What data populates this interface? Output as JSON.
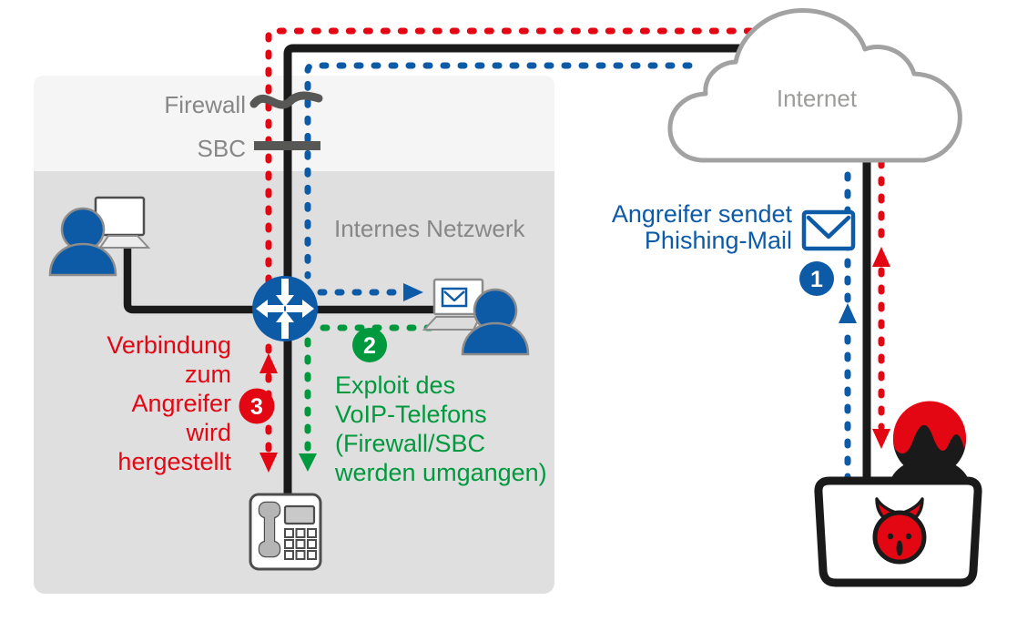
{
  "labels": {
    "firewall": "Firewall",
    "sbc": "SBC",
    "internal_network": "Internes Netzwerk",
    "internet": "Internet"
  },
  "steps": [
    {
      "number": "1",
      "color": "#0d5aa7",
      "lines": [
        "Angreifer sendet",
        "Phishing-Mail"
      ]
    },
    {
      "number": "2",
      "color": "#00993d",
      "lines": [
        "Exploit des",
        "VoIP-Telefons",
        "(Firewall/SBC",
        "werden umgangen)"
      ]
    },
    {
      "number": "3",
      "color": "#e30613",
      "lines": [
        "Verbindung",
        "zum",
        "Angreifer",
        "wird",
        "hergestellt"
      ]
    }
  ],
  "icons": {
    "cloud": "internet-cloud-icon",
    "firewall": "firewall-barrier-icon",
    "sbc": "sbc-barrier-icon",
    "router": "router-icon",
    "employee": "user-with-laptop-icon",
    "victim": "user-with-mail-laptop-icon",
    "phone": "voip-phone-icon",
    "mail": "phishing-mail-envelope-icon",
    "attacker": "hacker-devil-laptop-icon"
  },
  "colors": {
    "attack_blue": "#0d5aa7",
    "attack_red": "#e30613",
    "attack_green": "#00993d",
    "zone_band_top": "#f5f5f5",
    "zone_band_bottom": "#dfdfdf",
    "barrier_gray": "#575756",
    "cloud_outline": "#a3a2a2",
    "label_gray": "#878787",
    "network_black": "#1a1a1a"
  }
}
